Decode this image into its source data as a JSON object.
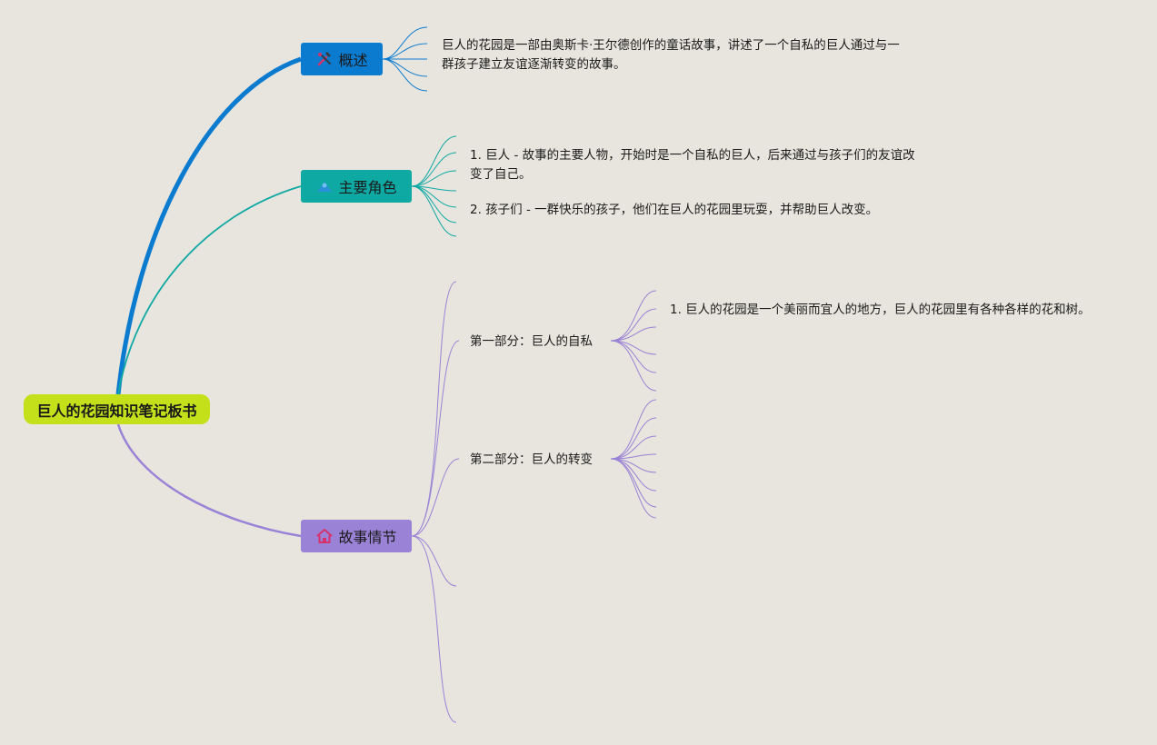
{
  "mindmap": {
    "root": "巨人的花园知识笔记板书",
    "overview": {
      "label": "概述",
      "icon": "tools-icon",
      "text": "巨人的花园是一部由奥斯卡·王尔德创作的童话故事，讲述了一个自私的巨人通过与一群孩子建立友谊逐渐转变的故事。"
    },
    "characters": {
      "label": "主要角色",
      "icon": "people-icon",
      "items": [
        "1. 巨人 - 故事的主要人物，开始时是一个自私的巨人，后来通过与孩子们的友谊改变了自己。",
        "2. 孩子们 - 一群快乐的孩子，他们在巨人的花园里玩耍，并帮助巨人改变。"
      ]
    },
    "plot": {
      "label": "故事情节",
      "icon": "house-icon",
      "parts": [
        {
          "label": "第一部分：巨人的自私",
          "items": [
            "1. 巨人的花园是一个美丽而宜人的地方，巨人的花园里有各种各样的花和树。"
          ]
        },
        {
          "label": "第二部分：巨人的转变",
          "items": []
        }
      ]
    }
  },
  "colors": {
    "background": "#e8e5de",
    "root": "#c3e01b",
    "overview": "#0b7bd0",
    "characters": "#0fa9a4",
    "plot": "#9a82d6"
  }
}
